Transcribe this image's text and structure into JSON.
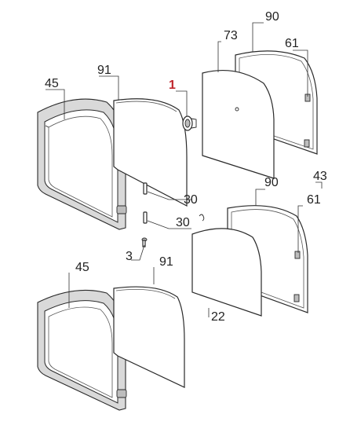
{
  "diagram": {
    "labels": {
      "p1": "1",
      "p3": "3",
      "p22": "22",
      "p30a": "30",
      "p30b": "30",
      "p43": "43",
      "p45a": "45",
      "p45b": "45",
      "p61a": "61",
      "p61b": "61",
      "p73": "73",
      "p90a": "90",
      "p90b": "90",
      "p91a": "91",
      "p91b": "91"
    },
    "colors": {
      "highlight_label": "#c0272d",
      "line": "#2a2a2a",
      "frame": "#d9d9d9"
    }
  }
}
